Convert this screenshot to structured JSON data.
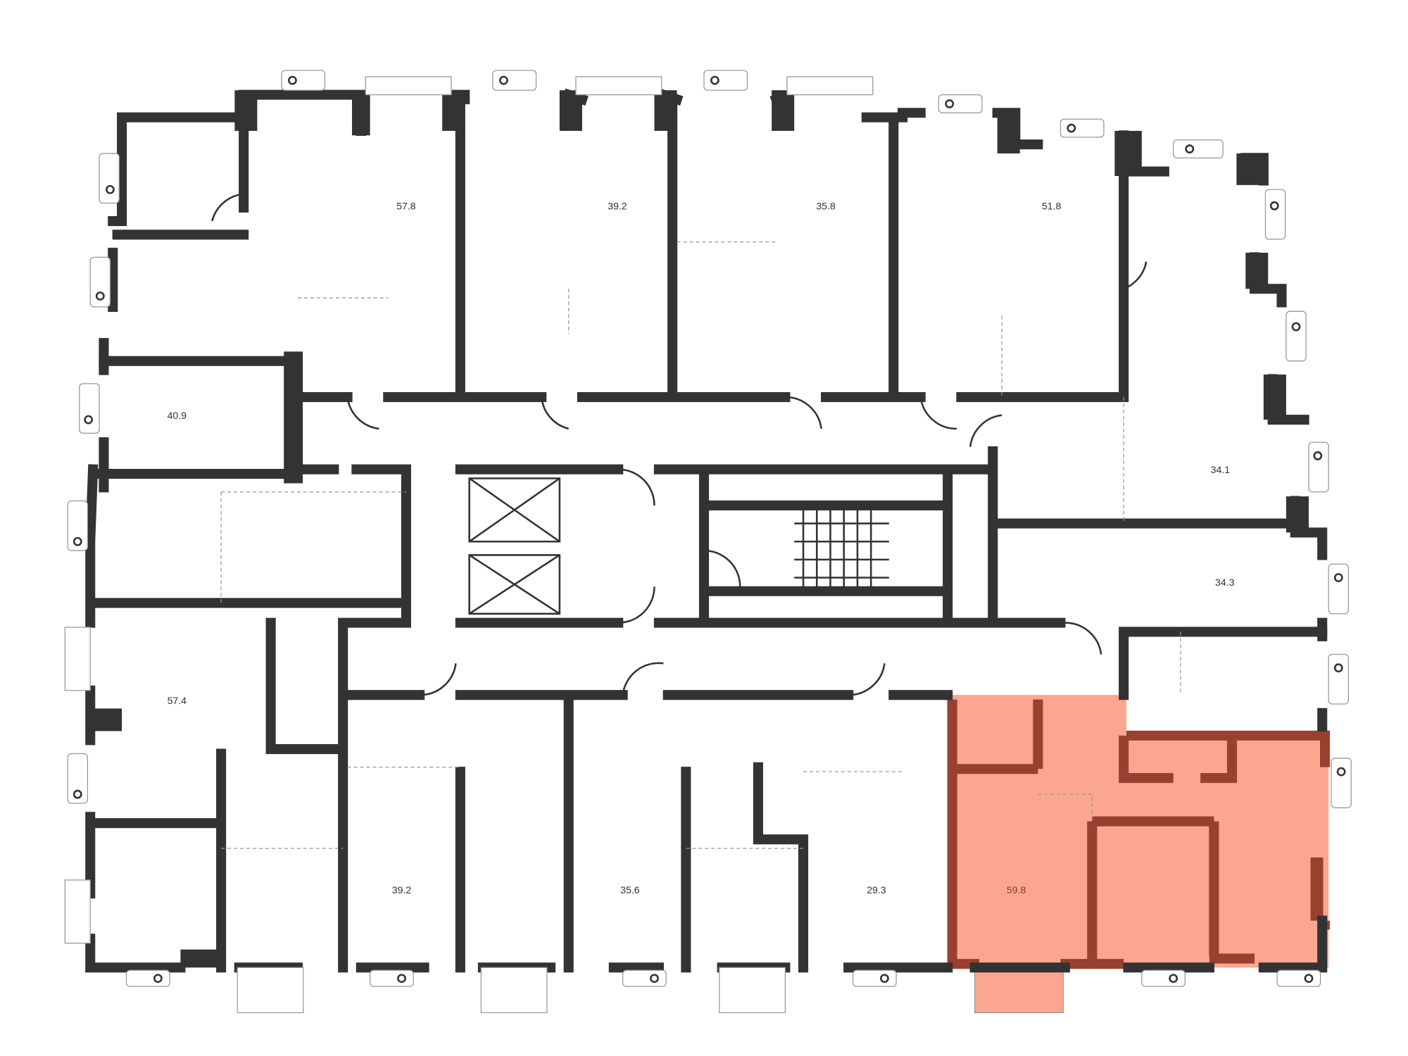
{
  "floor_plan": {
    "apartments": [
      {
        "area": "57.8"
      },
      {
        "area": "39.2"
      },
      {
        "area": "35.8"
      },
      {
        "area": "51.8"
      },
      {
        "area": "40.9"
      },
      {
        "area": "34.1"
      },
      {
        "area": "34.3"
      },
      {
        "area": "57.4"
      },
      {
        "area": "39.2"
      },
      {
        "area": "35.6"
      },
      {
        "area": "29.3"
      },
      {
        "area": "59.8",
        "highlighted": true
      }
    ],
    "colors": {
      "wall": "#333333",
      "highlight_fill": "#fca690",
      "highlight_wall": "#9a4030"
    }
  }
}
